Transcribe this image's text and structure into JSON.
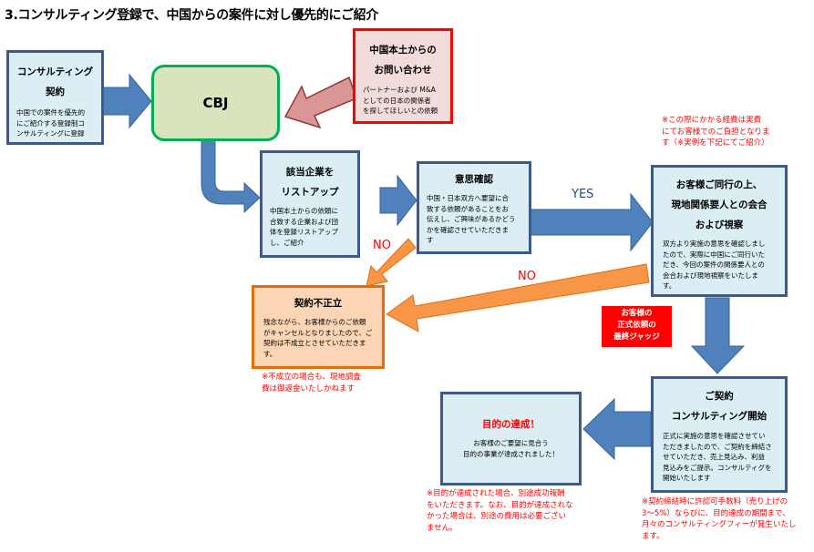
{
  "title": "3.コンサルティング登録で、中国からの案件に対し優先的にご紹介",
  "colors": {
    "flow_arrow": "#4f81bd",
    "no_arrow": "#f79646",
    "inquiry_arrow": "#d99694",
    "box_fill": "#daeef3",
    "box_border": "#3c5a8c",
    "cbj_fill": "#d7e4bd",
    "cbj_border": "#00b050",
    "inquiry_fill": "#f2dcdb",
    "inquiry_border": "#ff0000",
    "fail_fill": "#fcd5b5",
    "fail_border": "#e46c0a",
    "note_text": "#ff0000",
    "judge_fill": "#ff0000"
  },
  "boxes": {
    "consulting": {
      "heading": [
        "コンサルティング",
        "契約"
      ],
      "body": [
        "中国での案件を優先的",
        "にご紹介する登録制コ",
        "ンサルティングに登録"
      ]
    },
    "cbj": {
      "label": "CBJ"
    },
    "inquiry": {
      "heading": [
        "中国本土からの",
        "お問い合わせ"
      ],
      "body": [
        "パートナーおよび M&A",
        "としての日本の関係者",
        "を探してほしいとの依頼"
      ]
    },
    "listup": {
      "heading": [
        "該当企業を",
        "リストアップ"
      ],
      "body": [
        "中国本土からの依頼に",
        "合致する企業および団",
        "体を登録リストアップ",
        "し、ご紹介"
      ]
    },
    "confirm": {
      "heading": [
        "意思確認"
      ],
      "body": [
        "中国・日本双方へ要望に合",
        "致する依頼があることをお",
        "伝えし、ご興味があるかどう",
        "かを確認させていただきま",
        "す"
      ]
    },
    "visit": {
      "heading": [
        "お客様ご同行の上、",
        "現地関係要人との会合",
        "および視察"
      ],
      "body": [
        "双方より実施の意思を確認しまし",
        "たので、実際に中国にご同行いた",
        "だき、今回の案件の関係要人との",
        "会合および現地視察をいたしま",
        "す。"
      ]
    },
    "fail": {
      "heading": [
        "契約不正立"
      ],
      "body": [
        "残念ながら、お客様からのご依頼",
        "がキャンセルとなりましたので、ご",
        "契約は不成立とさせていただきま",
        "す。"
      ]
    },
    "contract": {
      "heading": [
        "ご契約",
        "コンサルティング開始"
      ],
      "body": [
        "正式に実施の意思を確認させてい",
        "ただきましたので、ご契約を締結さ",
        "せていただき、売上見込み、利益",
        "見込みをご提示。コンサルティグを",
        "開始いたします"
      ]
    },
    "goal": {
      "heading": [
        "目的の達成！"
      ],
      "body": [
        "お客様のご要望に見合う",
        "目的の事業が達成されました！"
      ]
    }
  },
  "judge": [
    "お客様の",
    "正式依頼の",
    "最終ジャッジ"
  ],
  "labels": {
    "yes": "YES",
    "no1": "NO",
    "no2": "NO"
  },
  "notes": {
    "expense": [
      "※この際にかかる経費は実費",
      "にてお客様でのご負担となりま",
      "す（※実例を下記にてご紹介）"
    ],
    "fail": [
      "※不成立の場合も、現地調査",
      "費は御返金いたしかねます"
    ],
    "goal": [
      "※目的が達成された場合、別途成功報酬",
      "をいただきます。なお、目的が達成されな",
      "かった場合は、別途の費用は必要ござい",
      "ません。"
    ],
    "contract": [
      "※契約締結時に許認可手数料（売り上げの",
      "3～5%）ならびに、目的達成の期間まで、",
      "月々のコンサルティングフィーが発生いたし",
      "ます。"
    ]
  }
}
